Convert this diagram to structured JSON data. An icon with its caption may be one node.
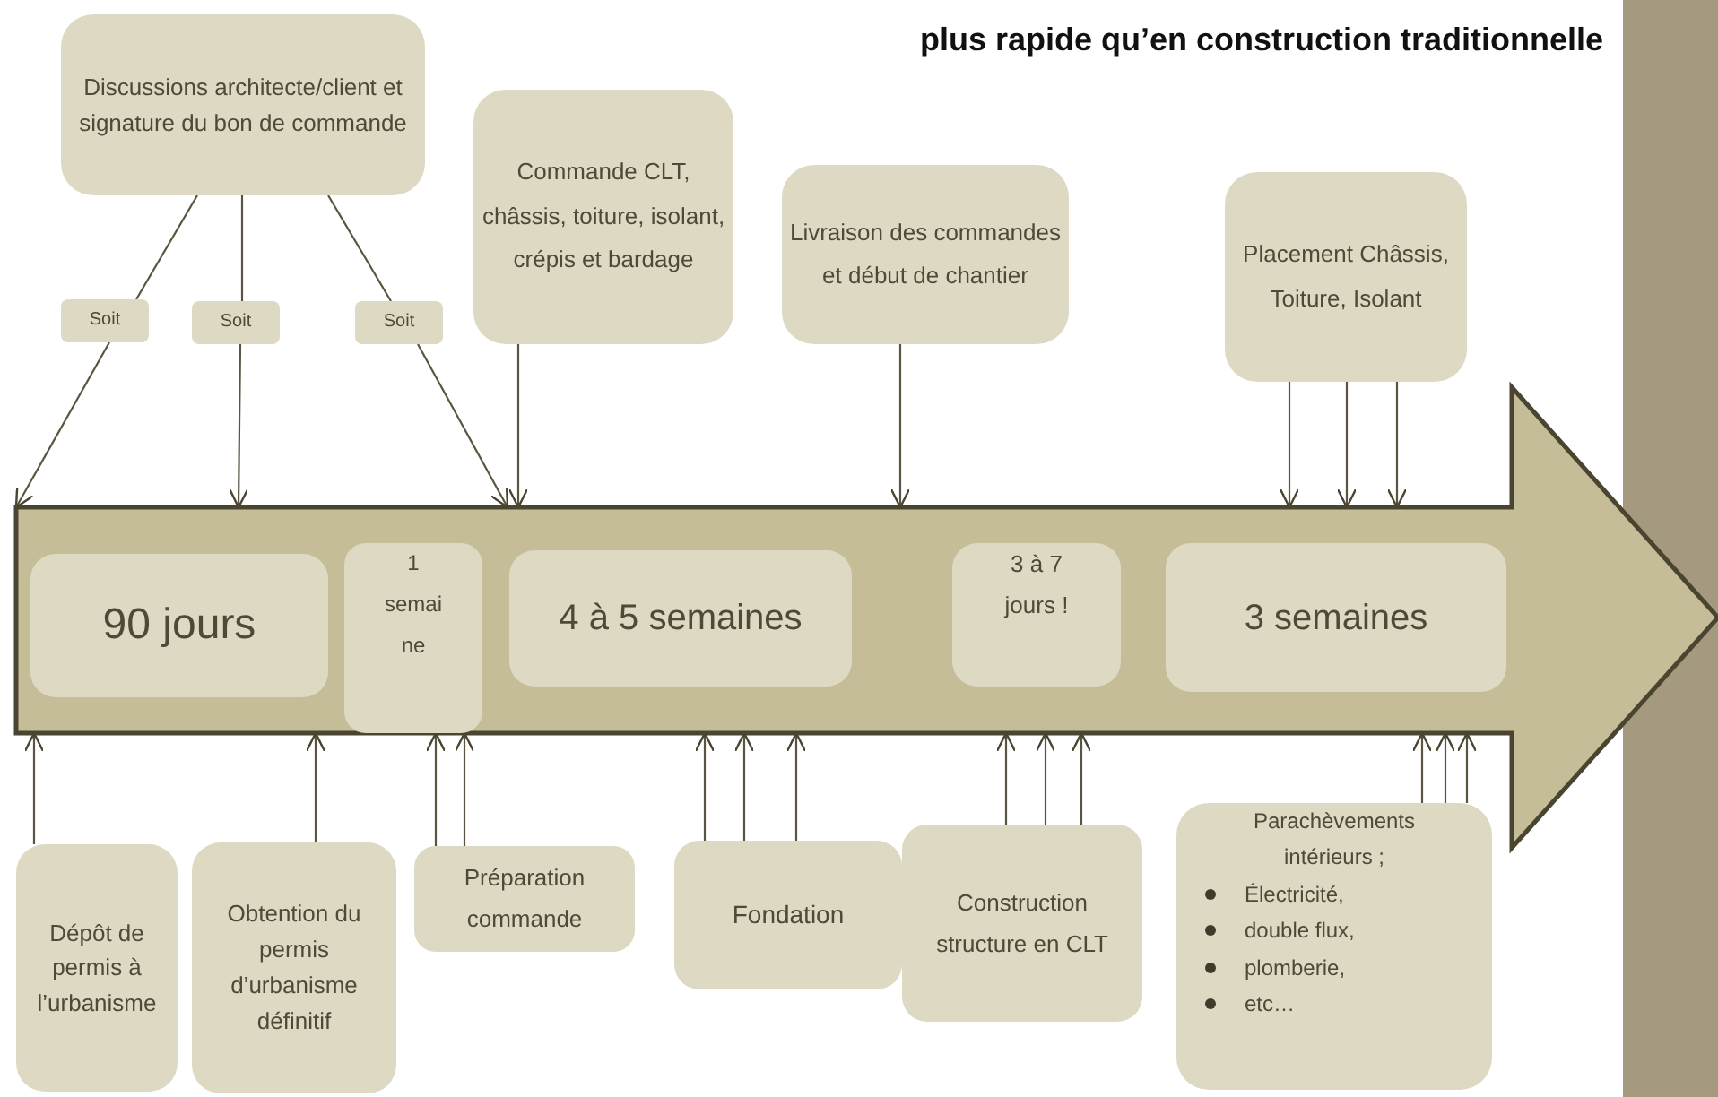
{
  "diagram": {
    "title": "plus rapide qu’en construction traditionnelle",
    "nodes": [
      {
        "text": [
          "Discussions architecte/client et signature du bon de commande"
        ]
      },
      {
        "text": [
          "Soit"
        ]
      },
      {
        "text": [
          "Soit"
        ]
      },
      {
        "text": [
          "Soit"
        ]
      },
      {
        "text": [
          "Commande CLT, châssis, toiture, isolant, crépis et bardage"
        ]
      },
      {
        "text": [
          "Livraison des commandes et début de chantier"
        ]
      },
      {
        "text": [
          "Placement Châssis, Toiture, Isolant"
        ]
      },
      {
        "text": [],
        "shape": "arrow"
      },
      {
        "text": [
          "90 jours"
        ],
        "in": 7
      },
      {
        "text": [
          "1 semaine"
        ],
        "in": 7
      },
      {
        "text": [
          "4 à 5 semaines"
        ],
        "in": 7
      },
      {
        "text": [
          "3 à 7 jours !"
        ],
        "in": 7
      },
      {
        "text": [
          "3 semaines"
        ],
        "in": 7
      },
      {
        "text": [
          "Dépôt de permis à l’urbanisme"
        ]
      },
      {
        "text": [
          "Obtention du permis d’urbanisme définitif"
        ]
      },
      {
        "text": [
          "Préparation commande"
        ]
      },
      {
        "text": [
          "Fondation"
        ]
      },
      {
        "text": [
          "Construction structure en CLT"
        ]
      },
      {
        "text": [
          "Parachèvements intérieurs ;",
          "Électricité,",
          "double flux,",
          "plomberie,",
          "etc…"
        ]
      },
      {
        "text": [],
        "shape": "bar"
      }
    ],
    "edges": [
      {
        "from": 0,
        "to": 1,
        "arrow": "none"
      },
      {
        "from": 1,
        "to": 7,
        "arrow": "to"
      },
      {
        "from": 0,
        "to": 2,
        "arrow": "none"
      },
      {
        "from": 2,
        "to": 7,
        "arrow": "to"
      },
      {
        "from": 0,
        "to": 3,
        "arrow": "none"
      },
      {
        "from": 3,
        "to": 7,
        "arrow": "to"
      },
      {
        "from": 4,
        "to": 7,
        "arrow": "to"
      },
      {
        "from": 5,
        "to": 7,
        "arrow": "to"
      },
      {
        "from": 6,
        "to": 7,
        "arrow": "to"
      },
      {
        "from": 6,
        "to": 7,
        "arrow": "to"
      },
      {
        "from": 6,
        "to": 7,
        "arrow": "to"
      },
      {
        "from": 13,
        "to": 7,
        "arrow": "to"
      },
      {
        "from": 14,
        "to": 7,
        "arrow": "to"
      },
      {
        "from": 15,
        "to": 7,
        "arrow": "to"
      },
      {
        "from": 15,
        "to": 7,
        "arrow": "to"
      },
      {
        "from": 16,
        "to": 7,
        "arrow": "to"
      },
      {
        "from": 16,
        "to": 7,
        "arrow": "to"
      },
      {
        "from": 16,
        "to": 7,
        "arrow": "to"
      },
      {
        "from": 17,
        "to": 7,
        "arrow": "to"
      },
      {
        "from": 17,
        "to": 7,
        "arrow": "to"
      },
      {
        "from": 17,
        "to": 7,
        "arrow": "to"
      },
      {
        "from": 18,
        "to": 7,
        "arrow": "to"
      },
      {
        "from": 18,
        "to": 7,
        "arrow": "to"
      },
      {
        "from": 18,
        "to": 7,
        "arrow": "to"
      }
    ]
  }
}
